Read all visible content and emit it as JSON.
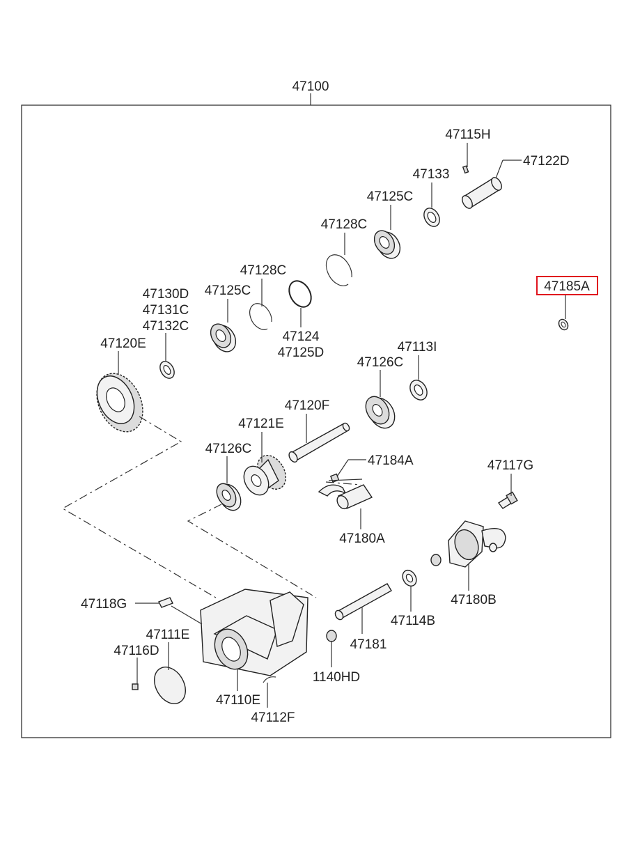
{
  "assembly": {
    "number": "47100"
  },
  "highlight": {
    "color": "#e0141e",
    "part": "47185A"
  },
  "labels": {
    "p47115H": "47115H",
    "p47122D": "47122D",
    "p47133": "47133",
    "p47125C_a": "47125C",
    "p47128C_a": "47128C",
    "p47128C_b": "47128C",
    "p47185A": "47185A",
    "p47130D": "47130D",
    "p47131C": "47131C",
    "p47132C": "47132C",
    "p47125C_b": "47125C",
    "p47124": "47124",
    "p47125D": "47125D",
    "p47120E": "47120E",
    "p47113I": "47113I",
    "p47126C_a": "47126C",
    "p47120F": "47120F",
    "p47121E": "47121E",
    "p47126C_b": "47126C",
    "p47184A": "47184A",
    "p47117G": "47117G",
    "p47180A": "47180A",
    "p47180B": "47180B",
    "p47118G": "47118G",
    "p47111E": "47111E",
    "p47116D": "47116D",
    "p47114B": "47114B",
    "p47181": "47181",
    "p1140HD": "1140HD",
    "p47110E": "47110E",
    "p47112F": "47112F"
  }
}
